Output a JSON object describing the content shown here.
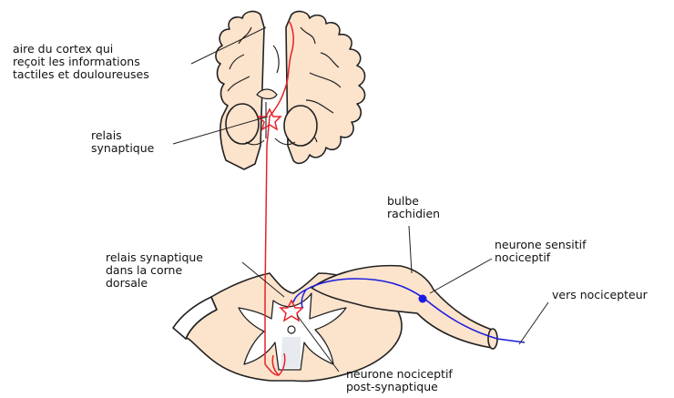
{
  "labels": {
    "cortex_area": [
      "aire du cortex qui",
      "reçoit les informations",
      "tactiles et douloureuses"
    ],
    "relay_synaptic": [
      "relais",
      "synaptique"
    ],
    "bulbe": [
      "bulbe",
      "rachidien"
    ],
    "sensory_neuron": [
      "neurone sensitif",
      "nociceptif"
    ],
    "relay_dorsal_horn": [
      "relais synaptique",
      "dans la corne",
      "dorsale"
    ],
    "nociceptor_direction": "vers nocicepteur",
    "postsynaptic_neuron": [
      "neurone nociceptif",
      "post-synaptique"
    ]
  },
  "colors": {
    "tissue_fill": "#fbe3cc",
    "outline": "#222222",
    "ascending_pathway": "#e8222a",
    "sensory_pathway": "#1a1ae0",
    "leader_line": "#222222"
  }
}
